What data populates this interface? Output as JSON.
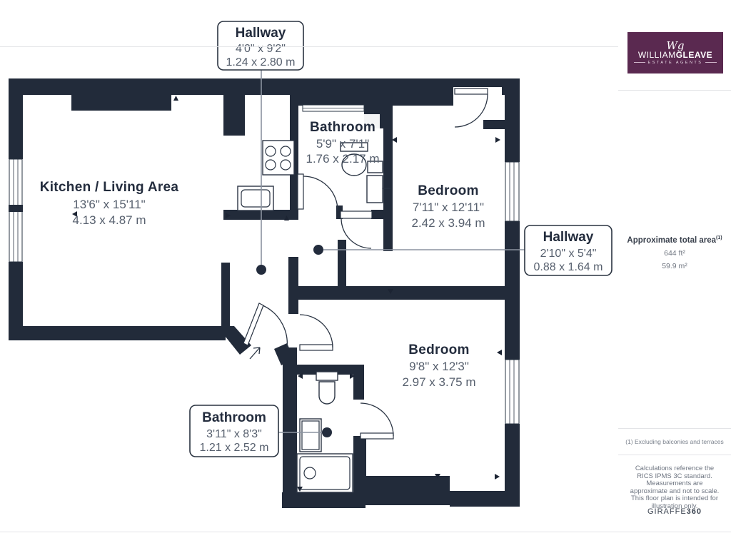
{
  "rooms": {
    "kitchen": {
      "name": "Kitchen / Living Area",
      "imperial": "13'6\" x 15'11\"",
      "metric": "4.13 x 4.87 m"
    },
    "bathroom_top": {
      "name": "Bathroom",
      "imperial": "5'9\" x 7'1\"",
      "metric": "1.76 x 2.17 m"
    },
    "bedroom_right": {
      "name": "Bedroom",
      "imperial": "7'11\" x 12'11\"",
      "metric": "2.42 x 3.94 m"
    },
    "bedroom_bottom": {
      "name": "Bedroom",
      "imperial": "9'8\" x 12'3\"",
      "metric": "2.97 x 3.75 m"
    }
  },
  "labels": {
    "hallway_top": {
      "name": "Hallway",
      "imperial": "4'0\" x 9'2\"",
      "metric": "1.24 x 2.80 m"
    },
    "hallway_right": {
      "name": "Hallway",
      "imperial": "2'10\" x 5'4\"",
      "metric": "0.88 x 1.64 m"
    },
    "bathroom_bottom": {
      "name": "Bathroom",
      "imperial": "3'11\" x 8'3\"",
      "metric": "1.21 x 2.52 m"
    }
  },
  "sidebar": {
    "logo": {
      "monogram": "Wg",
      "name_first": "WILLIAM",
      "name_last": "GLEAVE",
      "tagline": "ESTATE AGENTS"
    },
    "area": {
      "title": "Approximate total area",
      "superscript": "(1)",
      "imperial": "644 ft²",
      "metric": "59.9 m²"
    },
    "footnote": "(1) Excluding balconies and terraces",
    "disclaimer": "Calculations reference the RICS IPMS 3C standard. Measurements are approximate and not to scale. This floor plan is intended for illustration only.",
    "brand": {
      "name": "GIRAFFE",
      "suffix": "360"
    }
  },
  "colors": {
    "wall": "#222b3a",
    "logo_bg": "#5a2950",
    "accent_text": "#232c3d"
  }
}
